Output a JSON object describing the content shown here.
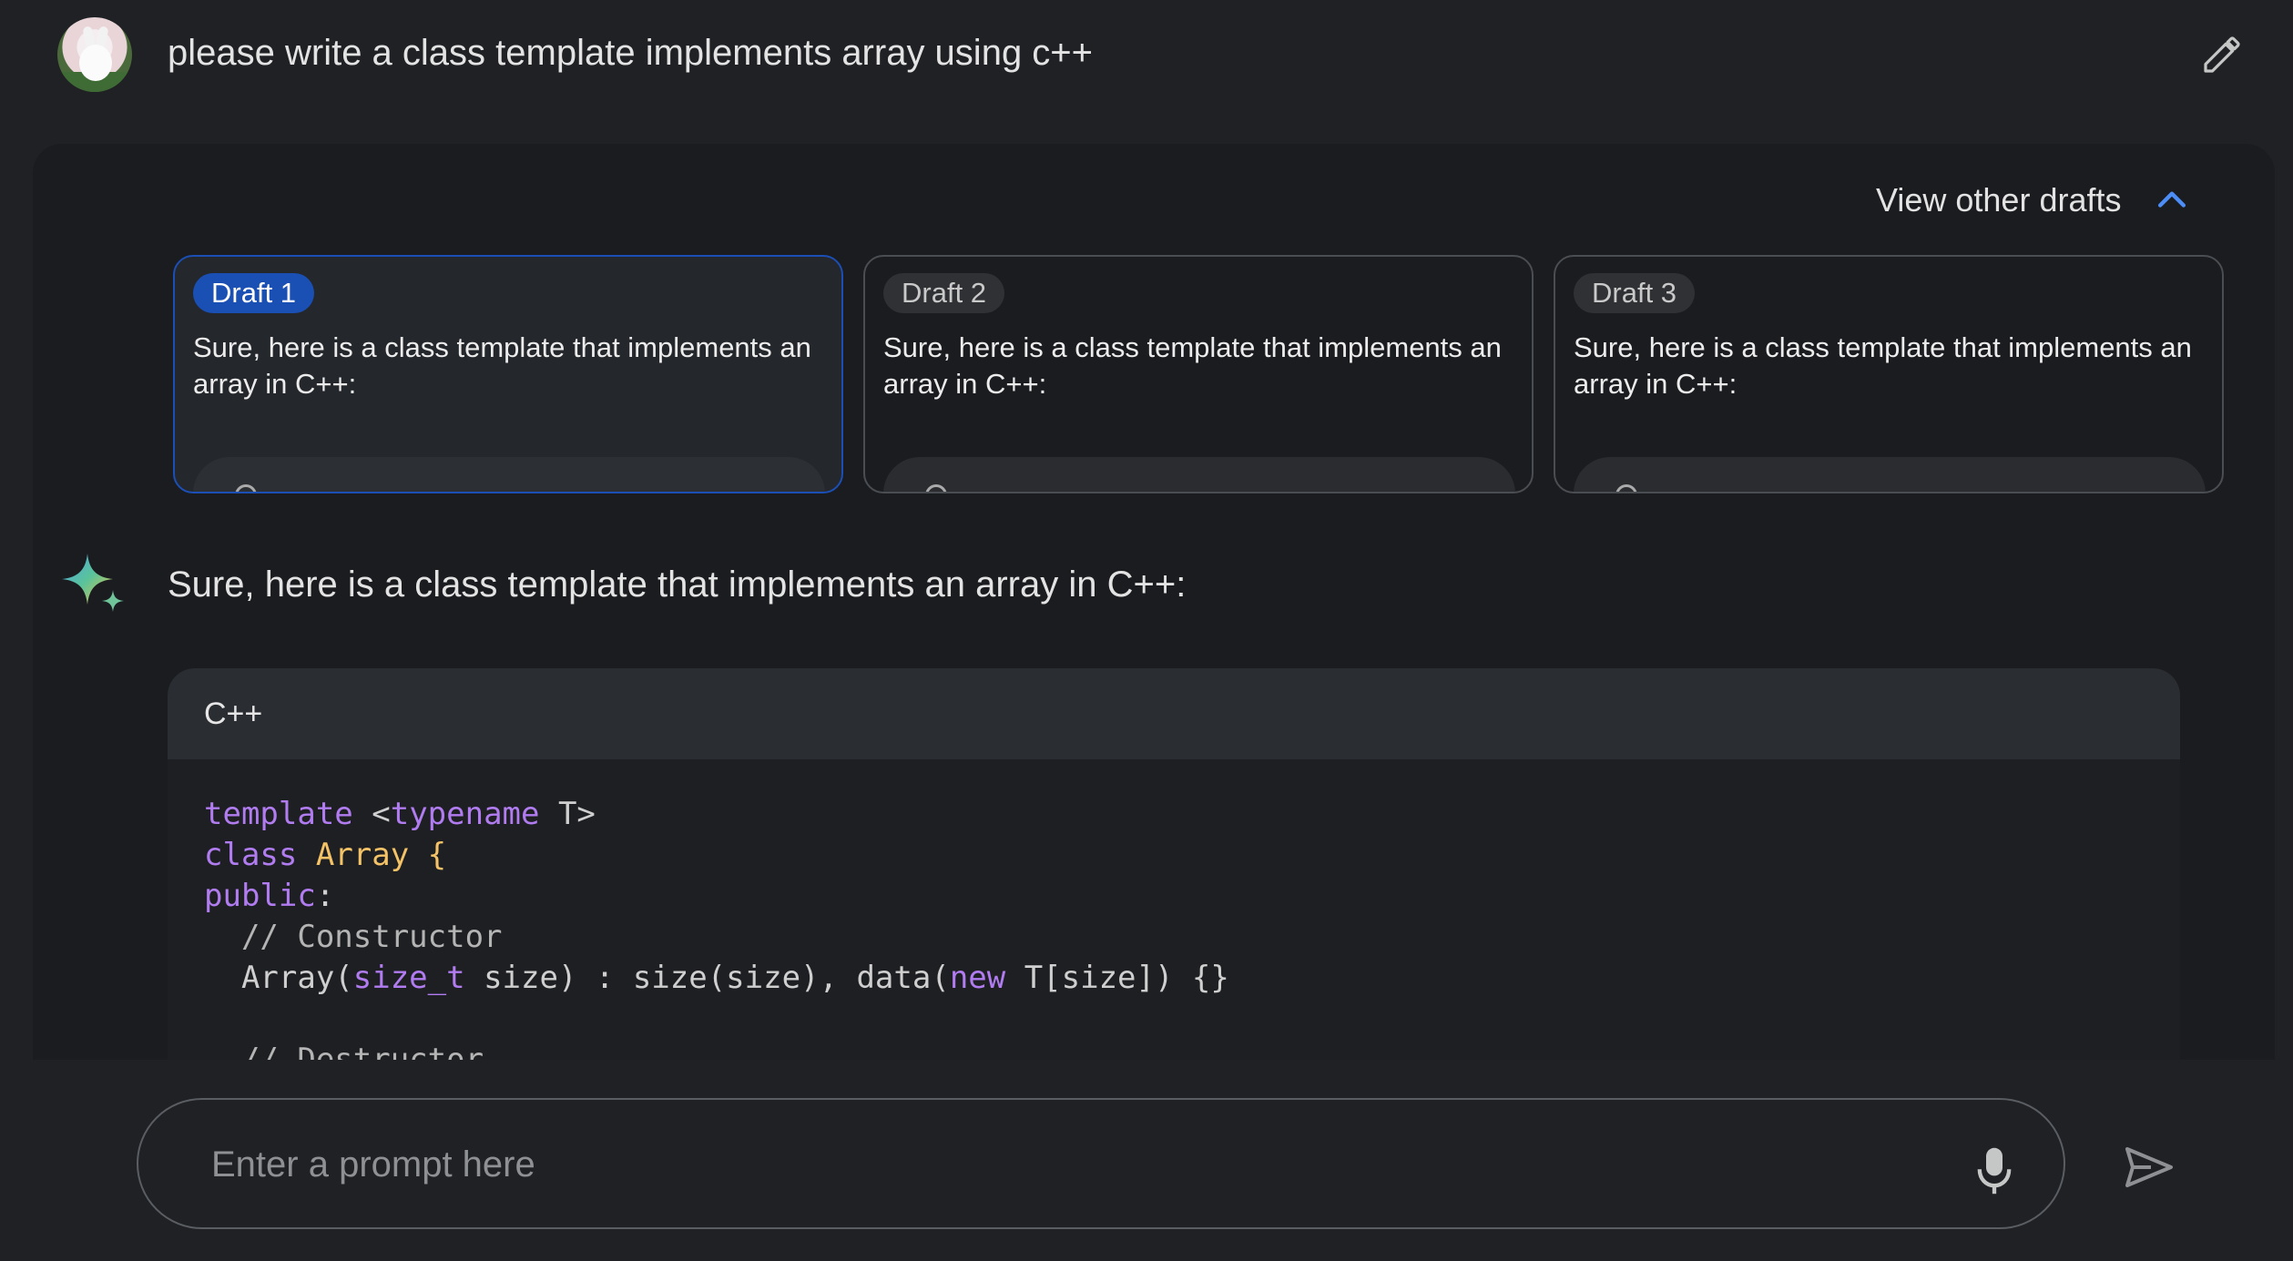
{
  "colors": {
    "background": "#1f2125",
    "panel": "#1b1c20",
    "active_border": "#1b4fb5",
    "active_chip": "#1a4fb3",
    "accent_icon": "#4c8df6",
    "keyword": "#b07cf0",
    "type": "#f4c267"
  },
  "header": {
    "avatar_icon": "user-avatar",
    "prompt_text": "please write a class template implements array using c++",
    "edit_icon": "pencil-icon"
  },
  "drafts_toggle": {
    "label": "View other drafts",
    "icon": "chevron-up-icon"
  },
  "drafts": [
    {
      "label": "Draft 1",
      "snippet": "Sure, here is a class template that implements an array in C++:",
      "selected": true
    },
    {
      "label": "Draft 2",
      "snippet": "Sure, here is a class template that implements an array in C++:",
      "selected": false
    },
    {
      "label": "Draft 3",
      "snippet": "Sure, here is a class template that implements an array in C++:",
      "selected": false
    }
  ],
  "response": {
    "icon": "sparkle-icon",
    "text": "Sure, here is a class template that implements an array in C++:",
    "code_block": {
      "language": "C++",
      "tokens": {
        "t1": "template",
        "t2": " <",
        "t3": "typename",
        "t4": " T>",
        "t5": "class",
        "t6": " ",
        "t7": "Array {",
        "t8": "public",
        "t9": ":",
        "t10": "  // Constructor",
        "t11": "  Array(",
        "t12": "size_t",
        "t13": " size) : size(size), data(",
        "t14": "new",
        "t15": " T[size]) {}",
        "t16": "",
        "t17": "  // Destructor"
      }
    }
  },
  "input": {
    "placeholder": "Enter a prompt here",
    "mic_icon": "microphone-icon",
    "send_icon": "send-icon"
  }
}
